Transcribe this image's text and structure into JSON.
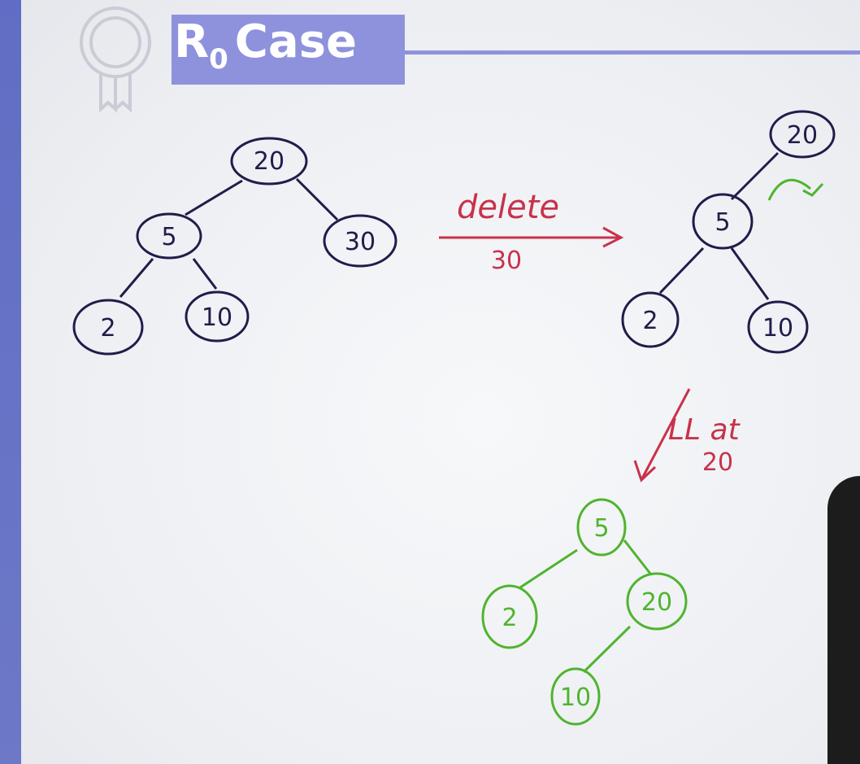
{
  "header": {
    "title_main": "R",
    "title_sub": "0",
    "title_rest": "Case",
    "badge_icon": "award-ribbon-icon"
  },
  "colors": {
    "ink_dark": "#1f1d4a",
    "ink_red": "#c8324a",
    "ink_green": "#4fb42e",
    "title_bg": "#8e92dc"
  },
  "tree_before": {
    "nodes": [
      "20",
      "5",
      "30",
      "2",
      "10"
    ]
  },
  "annotation_delete": {
    "action": "delete",
    "value": "30"
  },
  "tree_after_delete": {
    "nodes": [
      "20",
      "5",
      "2",
      "10"
    ]
  },
  "annotation_rotation": {
    "line1": "LL at",
    "line2": "20"
  },
  "tree_after_rotation": {
    "nodes": [
      "5",
      "2",
      "20",
      "10"
    ]
  }
}
